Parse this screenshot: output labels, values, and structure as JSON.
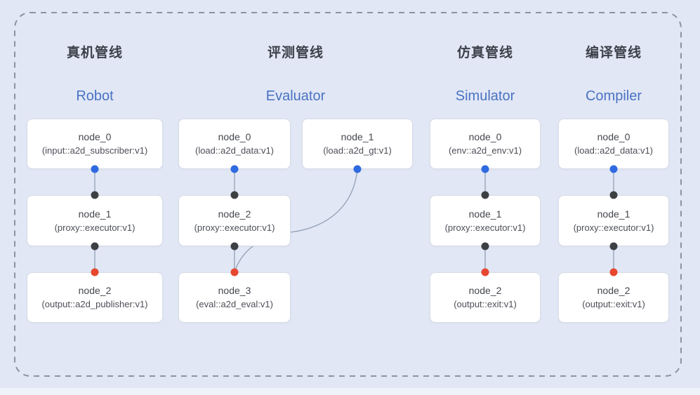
{
  "diagram": {
    "pipelines": [
      {
        "key": "robot",
        "title_zh": "真机管线",
        "title_en": "Robot",
        "nodes": [
          {
            "name": "node_0",
            "type": "(input::a2d_subscriber:v1)"
          },
          {
            "name": "node_1",
            "type": "(proxy::executor:v1)"
          },
          {
            "name": "node_2",
            "type": "(output::a2d_publisher:v1)"
          }
        ]
      },
      {
        "key": "evaluator",
        "title_zh": "评测管线",
        "title_en": "Evaluator",
        "nodes": [
          {
            "name": "node_0",
            "type": "(load::a2d_data:v1)"
          },
          {
            "name": "node_1",
            "type": "(load::a2d_gt:v1)"
          },
          {
            "name": "node_2",
            "type": "(proxy::executor:v1)"
          },
          {
            "name": "node_3",
            "type": "(eval::a2d_eval:v1)"
          }
        ]
      },
      {
        "key": "simulator",
        "title_zh": "仿真管线",
        "title_en": "Simulator",
        "nodes": [
          {
            "name": "node_0",
            "type": "(env::a2d_env:v1)"
          },
          {
            "name": "node_1",
            "type": "(proxy::executor:v1)"
          },
          {
            "name": "node_2",
            "type": "(output::exit:v1)"
          }
        ]
      },
      {
        "key": "compiler",
        "title_zh": "编译管线",
        "title_en": "Compiler",
        "nodes": [
          {
            "name": "node_0",
            "type": "(load::a2d_data:v1)"
          },
          {
            "name": "node_1",
            "type": "(proxy::executor:v1)"
          },
          {
            "name": "node_2",
            "type": "(output::exit:v1)"
          }
        ]
      }
    ],
    "edges": [
      {
        "from": "robot.node_0",
        "to": "robot.node_1"
      },
      {
        "from": "robot.node_1",
        "to": "robot.node_2"
      },
      {
        "from": "evaluator.node_0",
        "to": "evaluator.node_2"
      },
      {
        "from": "evaluator.node_1",
        "to": "evaluator.node_3"
      },
      {
        "from": "evaluator.node_2",
        "to": "evaluator.node_3"
      },
      {
        "from": "simulator.node_0",
        "to": "simulator.node_1"
      },
      {
        "from": "simulator.node_1",
        "to": "simulator.node_2"
      },
      {
        "from": "compiler.node_0",
        "to": "compiler.node_1"
      },
      {
        "from": "compiler.node_1",
        "to": "compiler.node_2"
      }
    ],
    "colors": {
      "background": "#e1e7f5",
      "frame_dash": "#8d939f",
      "node_fill": "#ffffff",
      "node_border": "#d7dce7",
      "wire": "#93a0b4",
      "title_zh": "#3c4049",
      "title_en": "#4a72c2",
      "port_output": "#2f6ae0",
      "port_input": "#3d4043",
      "port_final": "#e8472f"
    }
  }
}
